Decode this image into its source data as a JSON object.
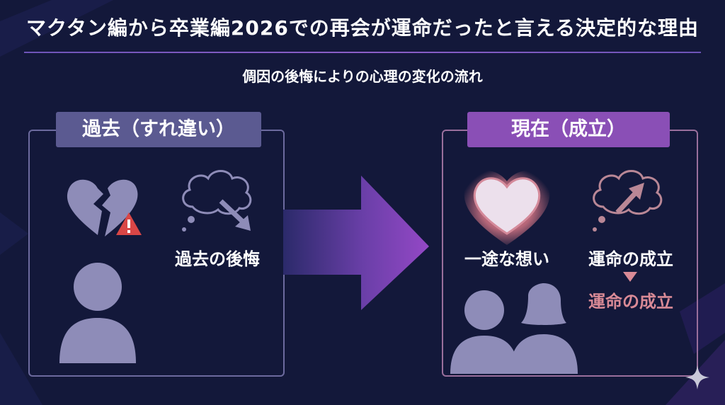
{
  "title": "マクタン編から卒業編2026での再会が運命だったと言える決定的な理由",
  "subtitle": "倜因の後悔によりの心理の変化の流れ",
  "past": {
    "heading": "過去（すれ違い）",
    "regret_label": "過去の後悔"
  },
  "present": {
    "heading": "現在（成立）",
    "devotion_label": "一途な想い",
    "fate_label": "運命の成立",
    "fate_label_result": "運命の成立"
  },
  "icons": {
    "broken_heart": "broken-heart-icon",
    "warning": "warning-icon",
    "thought_down": "thought-cloud-down-arrow-icon",
    "person": "person-icon",
    "glowing_heart": "glowing-heart-icon",
    "thought_up": "thought-cloud-up-arrow-icon",
    "couple": "couple-icon",
    "arrow": "big-right-arrow",
    "sparkle": "sparkle-icon"
  },
  "colors": {
    "background": "#13183a",
    "past_accent": "#5b5a91",
    "present_accent": "#8a4fb6",
    "highlight_text": "#d98a96"
  }
}
